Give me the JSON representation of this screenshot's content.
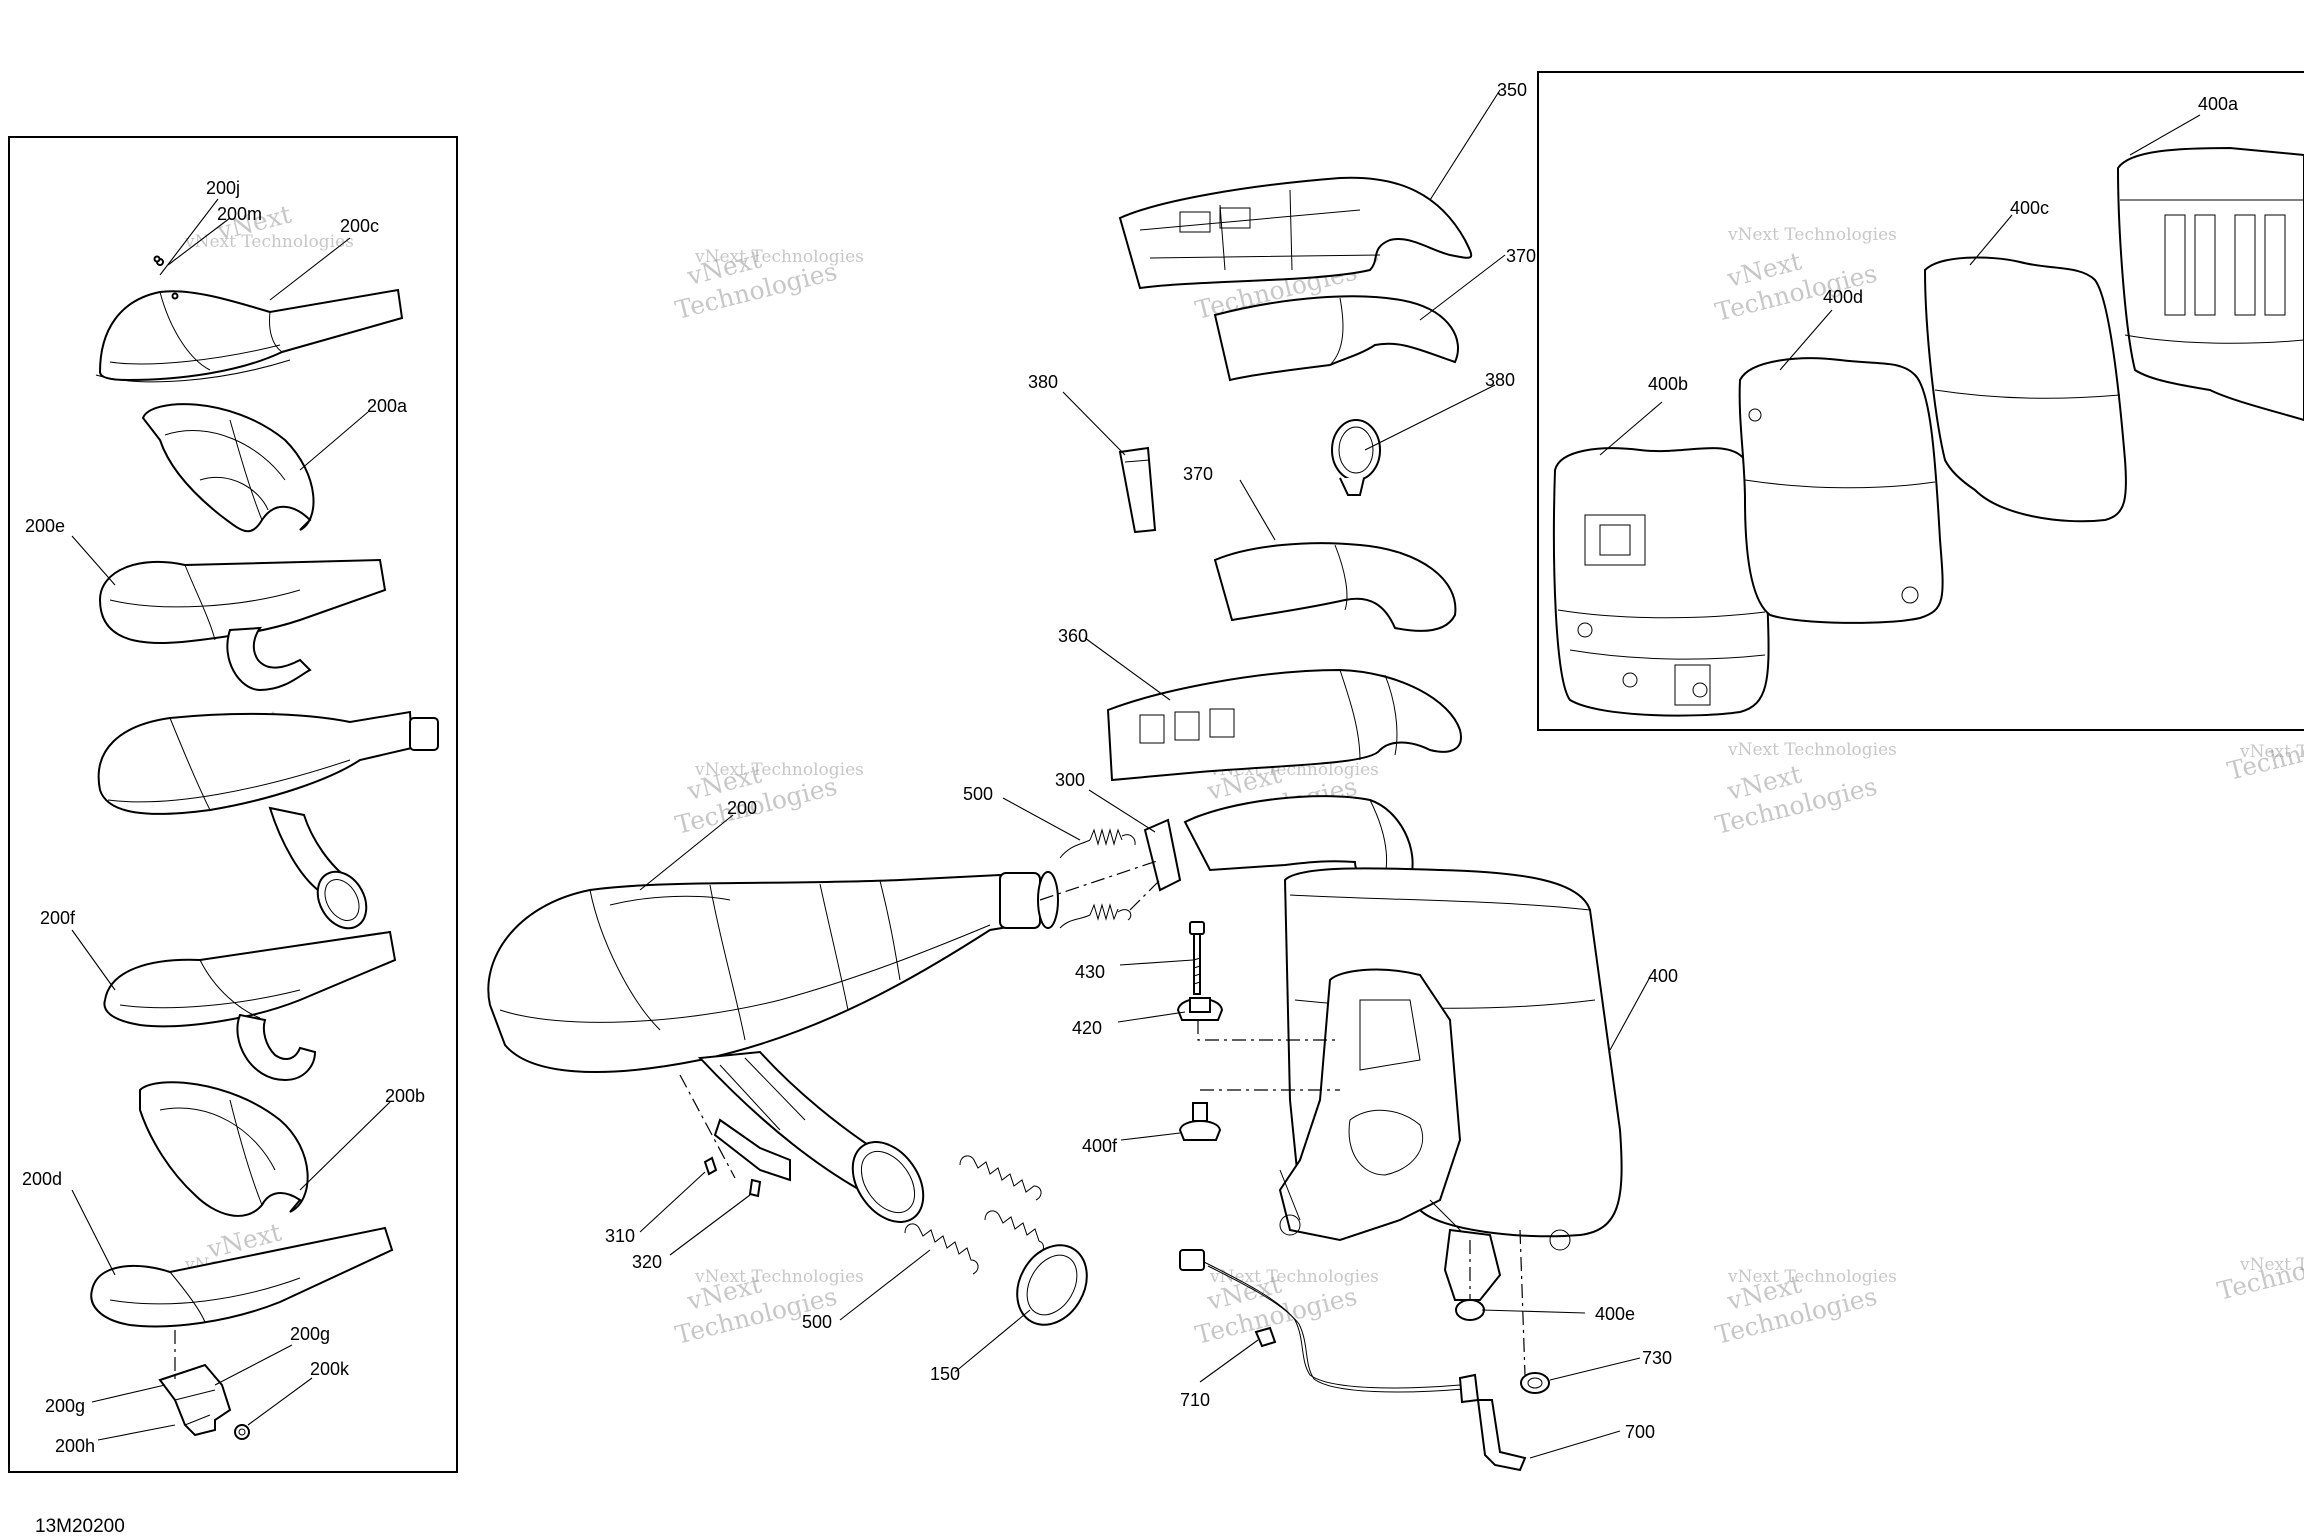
{
  "drawing_code": "13M20200",
  "watermark": {
    "line1": "vNext",
    "line2": "Technologies",
    "caption": "vNext Technologies"
  },
  "callouts": {
    "c200j": "200j",
    "c200m": "200m",
    "c200c": "200c",
    "c200a": "200a",
    "c200e": "200e",
    "c200f": "200f",
    "c200b": "200b",
    "c200d": "200d",
    "c200g_top": "200g",
    "c200g_left": "200g",
    "c200k": "200k",
    "c200h": "200h",
    "c200": "200",
    "c150": "150",
    "c300": "300",
    "c310": "310",
    "c320": "320",
    "c350": "350",
    "c360": "360",
    "c370_top": "370",
    "c370_mid": "370",
    "c380_left": "380",
    "c380_right": "380",
    "c400": "400",
    "c400a": "400a",
    "c400b": "400b",
    "c400c": "400c",
    "c400d": "400d",
    "c400e": "400e",
    "c400f": "400f",
    "c420": "420",
    "c430": "430",
    "c500_top": "500",
    "c500_bottom": "500",
    "c700": "700",
    "c710": "710",
    "c730": "730"
  }
}
